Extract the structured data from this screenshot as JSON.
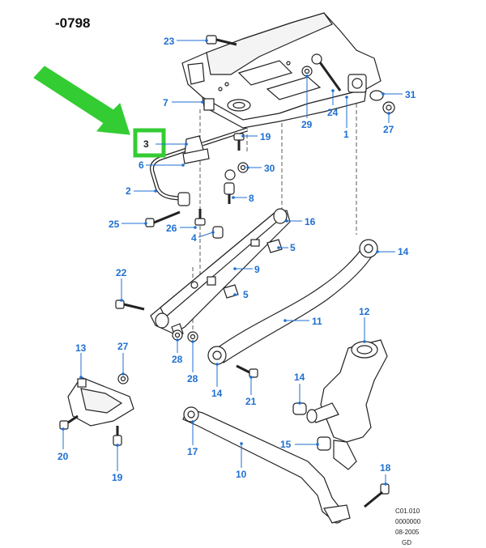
{
  "page_title": "-0798",
  "highlight_color": "#33cc33",
  "callout_color": "#1f6fd1",
  "callouts": {
    "c1": "1",
    "c2": "2",
    "c3": "3",
    "c4": "4",
    "c5a": "5",
    "c5b": "5",
    "c6": "6",
    "c7": "7",
    "c8": "8",
    "c9": "9",
    "c10": "10",
    "c11": "11",
    "c12": "12",
    "c13": "13",
    "c14a": "14",
    "c14b": "14",
    "c14c": "14",
    "c15": "15",
    "c16": "16",
    "c17": "17",
    "c18": "18",
    "c19a": "19",
    "c19b": "19",
    "c20": "20",
    "c21": "21",
    "c22": "22",
    "c23": "23",
    "c24": "24",
    "c25": "25",
    "c26": "26",
    "c27a": "27",
    "c27b": "27",
    "c28a": "28",
    "c28b": "28",
    "c29": "29",
    "c30": "30",
    "c31": "31"
  },
  "reference": {
    "line1": "C01.010",
    "line2": "0000000",
    "line3": "08-2005",
    "line4": "GD"
  }
}
